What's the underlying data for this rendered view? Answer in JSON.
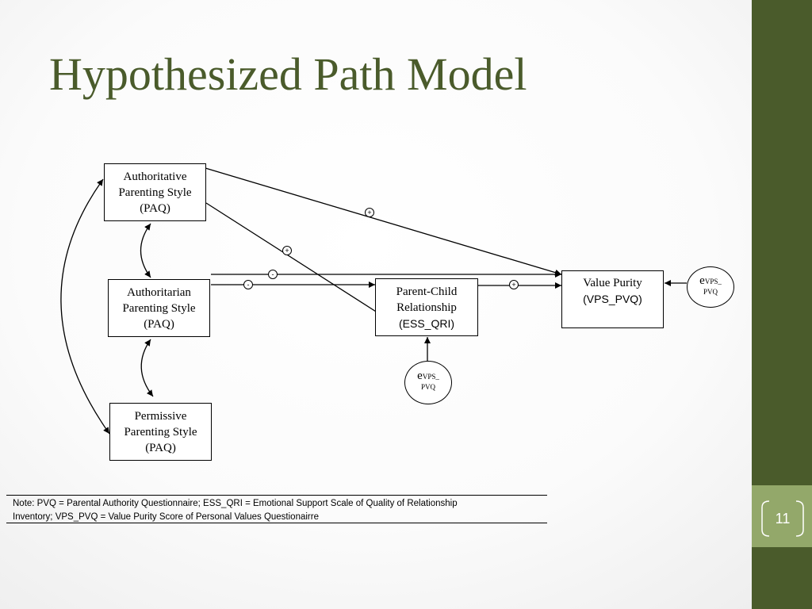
{
  "slide": {
    "title": "Hypothesized Path Model",
    "page_number": "11",
    "colors": {
      "sidebar": "#4a5b2b",
      "sidebar_band": "#93a86a",
      "title": "#4a5b2b"
    }
  },
  "nodes": {
    "authoritative": [
      "Authoritative",
      "Parenting Style",
      "(PAQ)"
    ],
    "authoritarian": [
      "Authoritarian",
      "Parenting Style",
      "(PAQ)"
    ],
    "permissive": [
      "Permissive",
      "Parenting Style",
      "(PAQ)"
    ],
    "parent_child": [
      "Parent-Child",
      "Relationship",
      "(ESS_QRI)"
    ],
    "value_purity": [
      "Value Purity",
      "(VPS_PVQ)"
    ]
  },
  "errors": {
    "value_purity": {
      "e": "e",
      "sub": "VPS_",
      "sub2": "PVQ"
    },
    "parent_child": {
      "e": "e",
      "sub": "VPS_",
      "sub2": "PVQ"
    }
  },
  "signs": {
    "authoritative_to_value_purity": "+",
    "authoritative_to_parent_child": "+",
    "authoritarian_to_value_purity": "-",
    "authoritarian_to_parent_child": "-",
    "parent_child_to_value_purity": "+"
  },
  "note": {
    "line1": "Note: PVQ = Parental  Authority Questionnaire; ESS_QRI = Emotional Support Scale of Quality of Relationship",
    "line2": "Inventory; VPS_PVQ = Value Purity Score of Personal Values Questionairre"
  }
}
